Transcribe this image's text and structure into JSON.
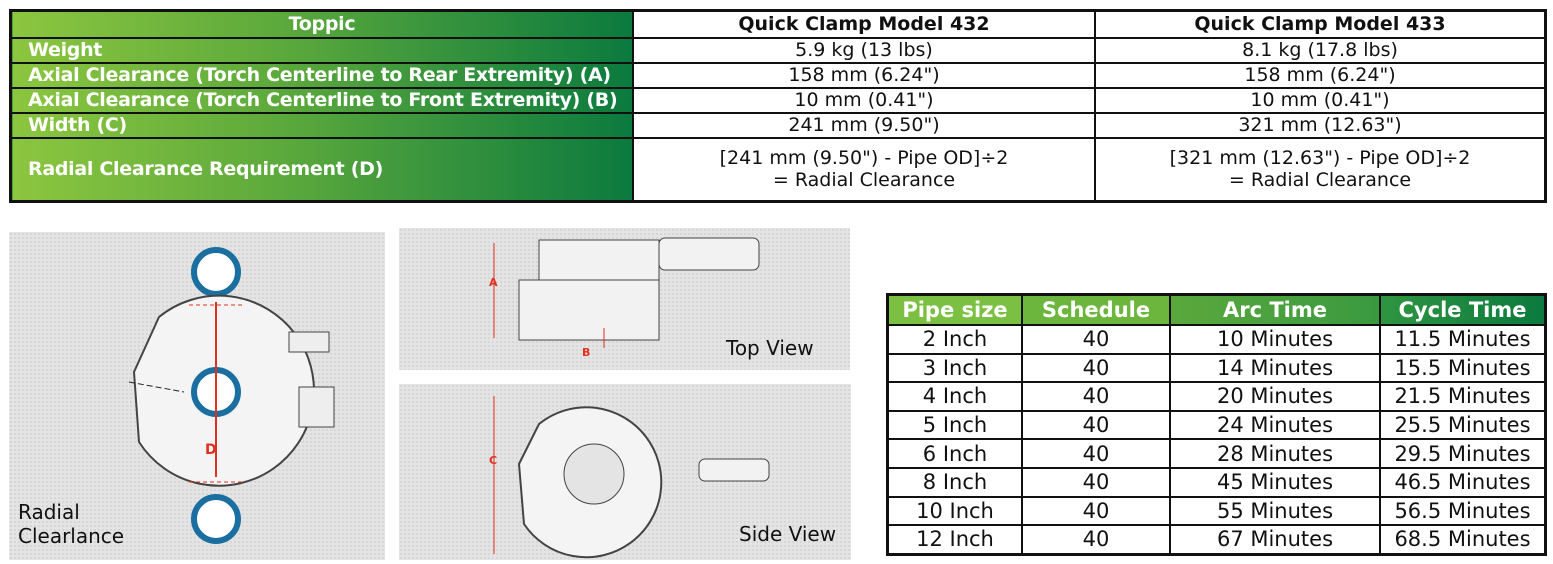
{
  "spec_table": {
    "headers": [
      "Toppic",
      "Quick Clamp Model 432",
      "Quick Clamp Model 433"
    ],
    "rows": [
      {
        "label": "Weight",
        "m432": "5.9 kg (13 lbs)",
        "m433": "8.1 kg (17.8 lbs)"
      },
      {
        "label": "Axial Clearance (Torch Centerline to Rear Extremity) (A)",
        "m432": "158 mm (6.24\")",
        "m433": "158 mm (6.24\")"
      },
      {
        "label": "Axial Clearance (Torch Centerline to Front Extremity) (B)",
        "m432": "10 mm (0.41\")",
        "m433": "10 mm (0.41\")"
      },
      {
        "label": "Width (C)",
        "m432": "241 mm (9.50\")",
        "m433": "321 mm (12.63\")"
      },
      {
        "label": "Radial Clearance Requirement (D)",
        "m432": "[241 mm (9.50\") - Pipe OD]÷2",
        "m432b": "= Radial Clearance",
        "m433": "[321 mm (12.63\") - Pipe OD]÷2",
        "m433b": "= Radial Clearance"
      }
    ]
  },
  "diagrams": {
    "radial": {
      "caption1": "Radial",
      "caption2": "Clearlance",
      "dim": "D"
    },
    "top": {
      "caption": "Top View",
      "dimA": "A",
      "dimB": "B"
    },
    "side": {
      "caption": "Side View",
      "dimC": "C"
    }
  },
  "times_table": {
    "headers": [
      "Pipe size",
      "Schedule",
      "Arc Time",
      "Cycle Time"
    ],
    "rows": [
      [
        "2 Inch",
        "40",
        "10 Minutes",
        "11.5 Minutes"
      ],
      [
        "3 Inch",
        "40",
        "14 Minutes",
        "15.5 Minutes"
      ],
      [
        "4 Inch",
        "40",
        "20 Minutes",
        "21.5 Minutes"
      ],
      [
        "5 Inch",
        "40",
        "24 Minutes",
        "25.5 Minutes"
      ],
      [
        "6 Inch",
        "40",
        "28 Minutes",
        "29.5 Minutes"
      ],
      [
        "8 Inch",
        "40",
        "45 Minutes",
        "46.5 Minutes"
      ],
      [
        "10 Inch",
        "40",
        "55 Minutes",
        "56.5 Minutes"
      ],
      [
        "12 Inch",
        "40",
        "67 Minutes",
        "68.5 Minutes"
      ]
    ]
  }
}
